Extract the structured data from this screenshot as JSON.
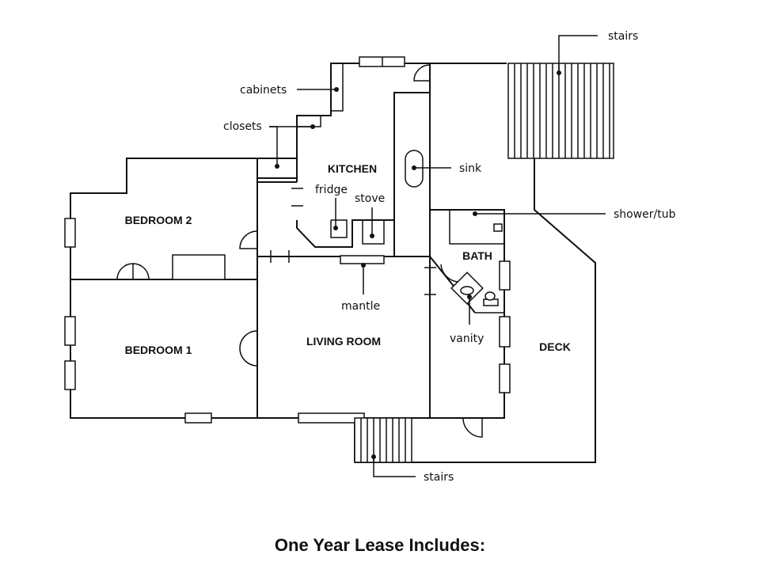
{
  "rooms": {
    "bedroom2": "BEDROOM 2",
    "bedroom1": "BEDROOM 1",
    "kitchen": "KITCHEN",
    "living_room": "LIVING ROOM",
    "bath": "BATH",
    "deck": "DECK"
  },
  "callouts": {
    "stairs_top": "stairs",
    "cabinets": "cabinets",
    "closets": "closets",
    "sink": "sink",
    "fridge": "fridge",
    "stove": "stove",
    "shower_tub": "shower/tub",
    "mantle": "mantle",
    "vanity": "vanity",
    "stairs_bottom": "stairs"
  },
  "caption": "One Year Lease Includes:"
}
